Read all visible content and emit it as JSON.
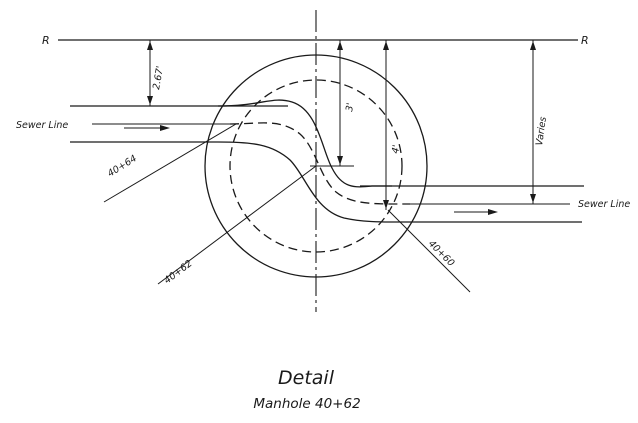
{
  "property_line_left": "R",
  "property_line_right": "R",
  "sewer_line_left": "Sewer Line",
  "sewer_line_right": "Sewer Line",
  "dimensions": {
    "offset_left": "2.67'",
    "radius": "3'",
    "diameter_inner": "4'",
    "varies": "Varies"
  },
  "stations": {
    "inlet": "40+64",
    "center": "40+62",
    "outlet": "40+60"
  },
  "title": "Detail",
  "subtitle": "Manhole  40+62"
}
